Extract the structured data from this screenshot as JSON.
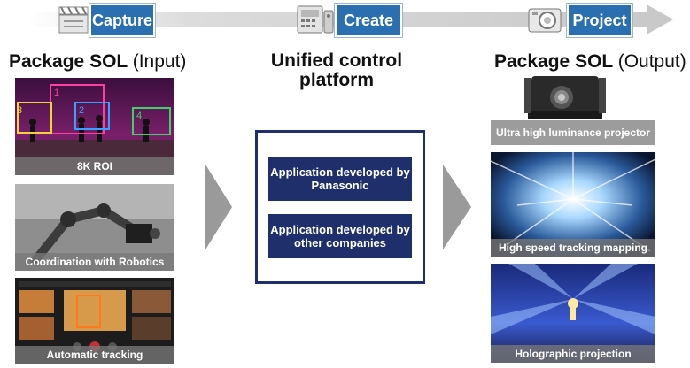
{
  "steps": {
    "capture": "Capture",
    "create": "Create",
    "project": "Project"
  },
  "input_column": {
    "title": "Package SOL",
    "subtitle": "(Input)",
    "items": [
      {
        "label": "8K ROI"
      },
      {
        "label": "Coordination with Robotics"
      },
      {
        "label": "Automatic tracking"
      }
    ],
    "roi_numbers": [
      "1",
      "2",
      "3",
      "4"
    ]
  },
  "center_column": {
    "title_line1": "Unified control",
    "title_line2": "platform",
    "apps": [
      {
        "label": "Application developed by Panasonic"
      },
      {
        "label": "Application developed by other companies"
      }
    ]
  },
  "output_column": {
    "title": "Package SOL",
    "subtitle": "(Output)",
    "items": [
      {
        "label": "Ultra high luminance projector"
      },
      {
        "label": "High speed tracking mapping"
      },
      {
        "label": "Holographic projection"
      }
    ]
  },
  "colors": {
    "step_label": "#2a6fb0",
    "navy": "#1f2f6b",
    "arrow_grey": "#d0d0d0",
    "chevron_grey": "#9a9a9a",
    "caption_grey": "#8a8a8a"
  },
  "icons": [
    "clapperboard-icon",
    "control-panel-icon",
    "projector-icon"
  ]
}
